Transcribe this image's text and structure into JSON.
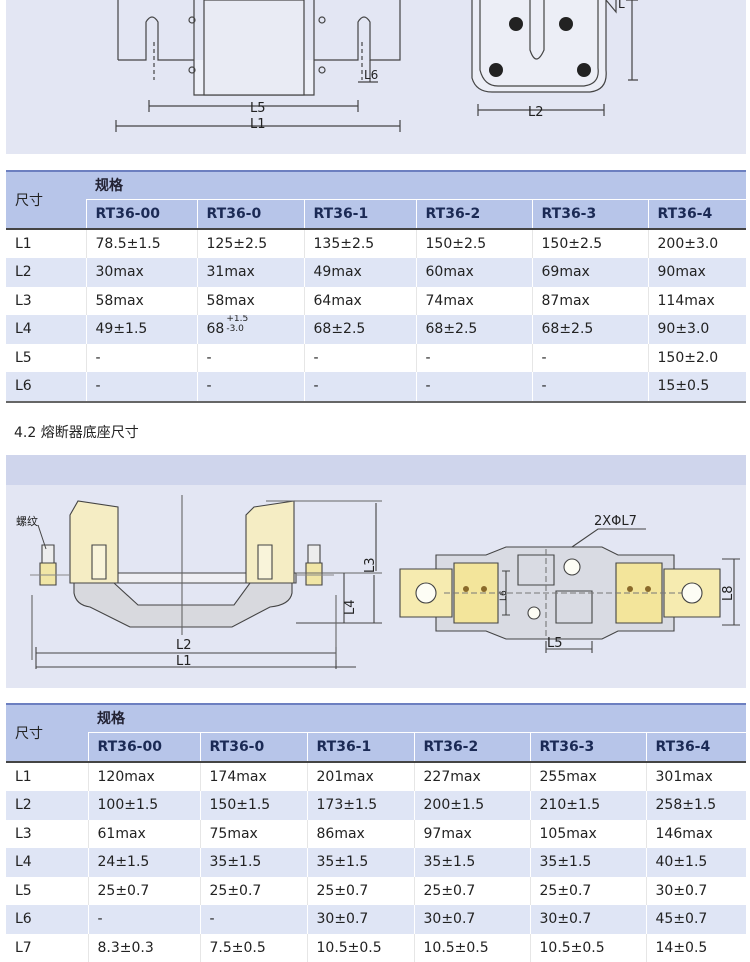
{
  "top_drawing": {
    "labels": {
      "L5": "L5",
      "L1": "L1",
      "L6": "L6",
      "L2": "L2",
      "L4_partial": "L"
    }
  },
  "table1": {
    "corner": "尺寸",
    "group": "规格",
    "models": [
      "RT36-00",
      "RT36-0",
      "RT36-1",
      "RT36-2",
      "RT36-3",
      "RT36-4"
    ],
    "rows": [
      {
        "label": "L1",
        "cells": [
          "78.5±1.5",
          "125±2.5",
          "135±2.5",
          "150±2.5",
          "150±2.5",
          "200±3.0"
        ]
      },
      {
        "label": "L2",
        "cells": [
          "30max",
          "31max",
          "49max",
          "60max",
          "69max",
          "90max"
        ]
      },
      {
        "label": "L3",
        "cells": [
          "58max",
          "58max",
          "64max",
          "74max",
          "87max",
          "114max"
        ]
      },
      {
        "label": "L4",
        "cells": [
          "49±1.5",
          "",
          "68±2.5",
          "68±2.5",
          "68±2.5",
          "90±3.0"
        ]
      },
      {
        "label": "L5",
        "cells": [
          "-",
          "-",
          "-",
          "-",
          "-",
          "150±2.0"
        ]
      },
      {
        "label": "L6",
        "cells": [
          "-",
          "-",
          "-",
          "-",
          "-",
          "15±0.5"
        ]
      }
    ],
    "special_cell": {
      "main": "68",
      "upper": "+1.5",
      "lower": "-3.0"
    }
  },
  "section_title": "4.2 熔断器底座尺寸",
  "base_drawing": {
    "labels": {
      "thread": "螺纹",
      "L3": "L3",
      "L4": "L4",
      "L2": "L2",
      "L1": "L1",
      "holes": "2XΦL7",
      "L6": "L6",
      "L5": "L5",
      "L8": "L8"
    }
  },
  "table2": {
    "corner": "尺寸",
    "group": "规格",
    "models": [
      "RT36-00",
      "RT36-0",
      "RT36-1",
      "RT36-2",
      "RT36-3",
      "RT36-4"
    ],
    "rows": [
      {
        "label": "L1",
        "cells": [
          "120max",
          "174max",
          "201max",
          "227max",
          "255max",
          "301max"
        ]
      },
      {
        "label": "L2",
        "cells": [
          "100±1.5",
          "150±1.5",
          "173±1.5",
          "200±1.5",
          "210±1.5",
          "258±1.5"
        ]
      },
      {
        "label": "L3",
        "cells": [
          "61max",
          "75max",
          "86max",
          "97max",
          "105max",
          "146max"
        ]
      },
      {
        "label": "L4",
        "cells": [
          "24±1.5",
          "35±1.5",
          "35±1.5",
          "35±1.5",
          "35±1.5",
          "40±1.5"
        ]
      },
      {
        "label": "L5",
        "cells": [
          "25±0.7",
          "25±0.7",
          "25±0.7",
          "25±0.7",
          "25±0.7",
          "30±0.7"
        ]
      },
      {
        "label": "L6",
        "cells": [
          "-",
          "-",
          "30±0.7",
          "30±0.7",
          "30±0.7",
          "45±0.7"
        ]
      },
      {
        "label": "L7",
        "cells": [
          "8.3±0.3",
          "7.5±0.5",
          "10.5±0.5",
          "10.5±0.5",
          "10.5±0.5",
          "14±0.5"
        ]
      }
    ]
  }
}
